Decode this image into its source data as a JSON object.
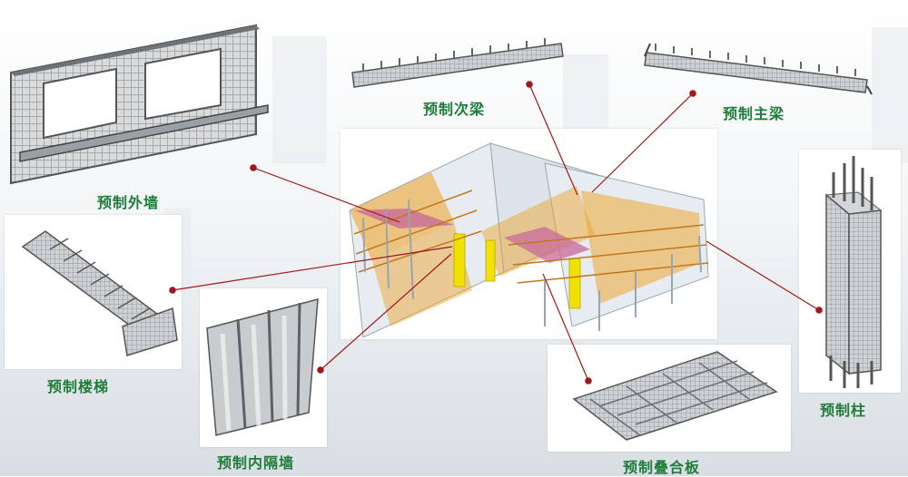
{
  "labels": {
    "exterior_wall": "预制外墙",
    "secondary_beam": "预制次梁",
    "main_beam": "预制主梁",
    "stair": "预制楼梯",
    "partition_wall": "预制内隔墙",
    "composite_slab": "预制叠合板",
    "column": "预制柱"
  },
  "colors": {
    "label_green": "#1e7d3a",
    "leader_line": "#a01818",
    "steel_orange": "#f0a020",
    "steel_yellow": "#f2e000",
    "steel_pink": "#c86a9a",
    "rebar_grey": "#8c9196"
  }
}
